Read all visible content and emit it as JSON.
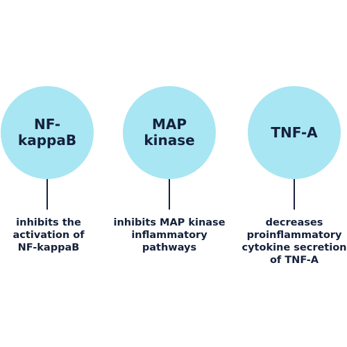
{
  "diagram": {
    "nodes": [
      {
        "title": "NF-kappaB",
        "description": "inhibits the\nactivation of\nNF-kappaB"
      },
      {
        "title": "MAP\nkinase",
        "description": "inhibits MAP kinase\ninflammatory\npathways"
      },
      {
        "title": "TNF-A",
        "description": "decreases\nproinflammatory\ncytokine secretion\nof TNF-A"
      }
    ]
  },
  "colors": {
    "circle_fill": "#a8e6f3",
    "text": "#15213b",
    "background": "#ffffff"
  }
}
